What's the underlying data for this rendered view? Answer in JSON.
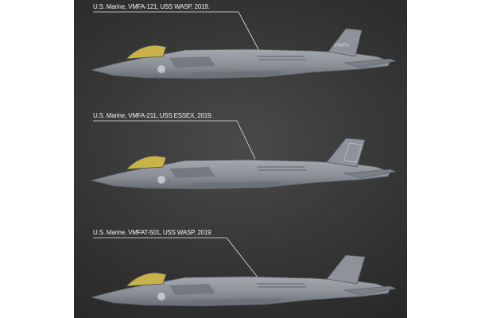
{
  "variants": [
    {
      "caption": "U.S. Marine, VMFA-121, USS WASP, 2019."
    },
    {
      "caption": "U.S. Marine, VMFA-211, USS ESSEX, 2019."
    },
    {
      "caption": "U.S. Marine, VMFAT-501, USS WASP, 2019."
    }
  ],
  "colors": {
    "background": "#333333",
    "airframe": "#8d9299",
    "airframe_dark": "#5f646b",
    "canopy": "#c9b24a",
    "leader_line": "#e6e6e6"
  }
}
